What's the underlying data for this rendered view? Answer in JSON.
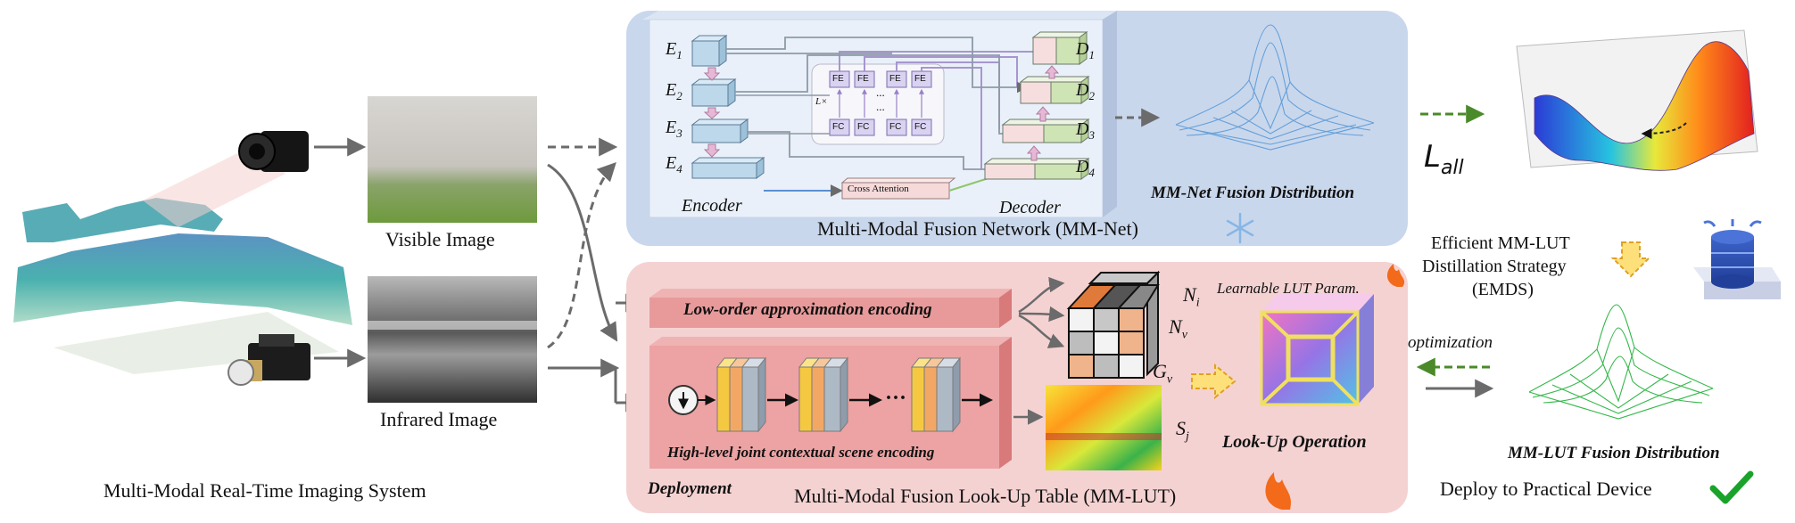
{
  "system": {
    "visible_label": "Visible Image",
    "infrared_label": "Infrared Image",
    "caption": "Multi-Modal Real-Time Imaging System"
  },
  "mmnet": {
    "encoder_blocks": [
      "E1",
      "E2",
      "E3",
      "E4"
    ],
    "decoder_blocks": [
      "D1",
      "D2",
      "D3",
      "D4"
    ],
    "encoder_label": "Encoder",
    "decoder_label": "Decoder",
    "fe_label": "FE",
    "fc_label": "FC",
    "repeat_label": "L×",
    "ellipsis": "...",
    "cross_attention": "Cross Attention",
    "title": "Multi-Modal Fusion Network (MM-Net)",
    "distribution_label": "MM-Net Fusion Distribution"
  },
  "loss": {
    "base": "L",
    "sub": "all"
  },
  "emds": {
    "line1": "Efficient MM-LUT",
    "line2": "Distillation Strategy",
    "line3": "(EMDS)",
    "optimization": "optimization"
  },
  "mmlut": {
    "low_order": "Low-order approximation encoding",
    "high_level": "High-level joint contextual scene encoding",
    "ellipsis": "···",
    "deployment": "Deployment",
    "title": "Multi-Modal Fusion Look-Up Table (MM-LUT)",
    "n_i": "N",
    "n_i_sub": "i",
    "n_v": "N",
    "n_v_sub": "v",
    "g_v": "G",
    "g_v_sub": "v",
    "s_j": "S",
    "s_j_sub": "j",
    "learnable": "Learnable LUT Param.",
    "lookup": "Look-Up Operation",
    "distribution_label": "MM-LUT Fusion Distribution",
    "deploy": "Deploy to Practical Device"
  },
  "colors": {
    "mmnet_panel": "#c9d7ec",
    "mmlut_panel": "#f5d2d2",
    "encoder_block": "#bcd8ea",
    "decoder_pink": "#f7dede",
    "decoder_green": "#cfe4b4",
    "flow_green": "#4a8a2a",
    "check_green": "#1aa32a"
  }
}
